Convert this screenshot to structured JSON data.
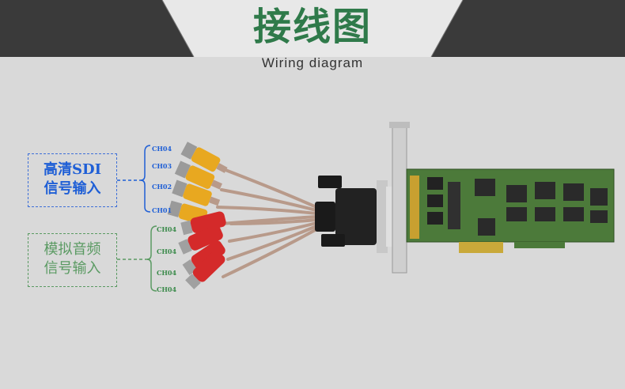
{
  "header": {
    "title": "接线图",
    "subtitle": "Wiring diagram"
  },
  "sdi_box": {
    "line1": "高清SDI",
    "line2": "信号输入"
  },
  "audio_box": {
    "line1": "模拟音频",
    "line2": "信号输入"
  },
  "sdi_channels": [
    "CH04",
    "CH03",
    "CH02",
    "CH01"
  ],
  "audio_channels": [
    "CH04",
    "CH04",
    "CH04",
    "CH04"
  ],
  "colors": {
    "banner": "#3a3a3a",
    "sdi": "#1f5fd6",
    "audio": "#5a9a62",
    "background": "#d9d9d9",
    "pcb": "#4c7a3a"
  }
}
